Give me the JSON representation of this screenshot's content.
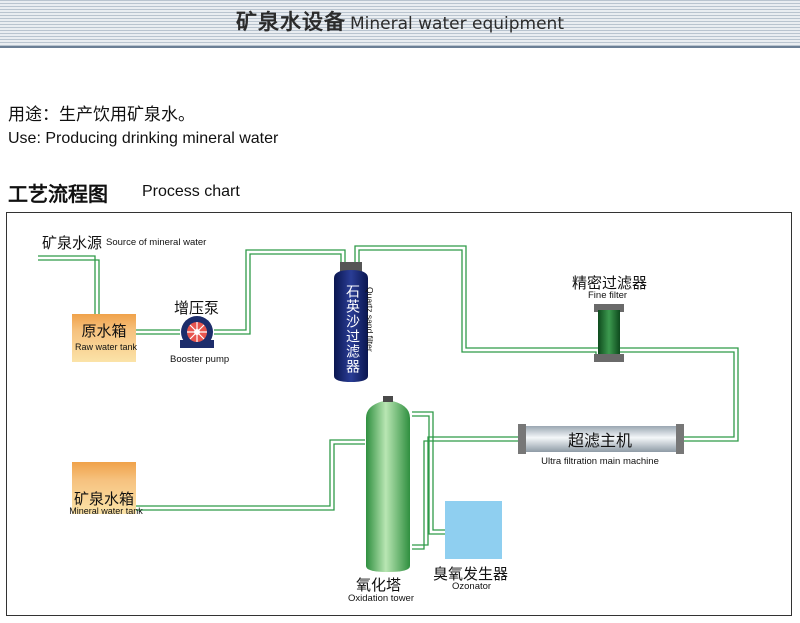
{
  "header": {
    "title_zh": "矿泉水设备",
    "title_en": "Mineral water equipment"
  },
  "use": {
    "zh": "用途：生产饮用矿泉水。",
    "en": "Use: Producing  drinking mineral water"
  },
  "process": {
    "title_zh": "工艺流程图",
    "title_en": "Process chart"
  },
  "nodes": {
    "source": {
      "zh": "矿泉水源",
      "en": "Source of mineral water"
    },
    "raw_tank": {
      "zh": "原水箱",
      "en": "Raw water tank"
    },
    "booster_pump": {
      "zh": "增压泵",
      "en": "Booster pump"
    },
    "quartz_filter": {
      "zh": "石英沙过滤器",
      "en": "Quartz sand filter"
    },
    "fine_filter": {
      "zh": "精密过滤器",
      "en": "Fine filter"
    },
    "uf_machine": {
      "zh": "超滤主机",
      "en": "Ultra filtration main machine"
    },
    "oxidation_tower": {
      "zh": "氧化塔",
      "en": "Oxidation tower"
    },
    "ozonator": {
      "zh": "臭氧发生器",
      "en": "Ozonator"
    },
    "mineral_tank": {
      "zh": "矿泉水箱",
      "en": "Mineral water tank"
    }
  },
  "colors": {
    "pipe": "#2f9a48",
    "tank_top": "#f0a24a",
    "tank_bottom": "#fbe3a8",
    "quartz_filter": "#13226b",
    "fine_filter": "#1f6a2e",
    "uf_machine": "#dfe8ee",
    "oxidation_tower": "#5fb86a",
    "ozonator": "#8fcff0",
    "pump": "#1d2d6b"
  }
}
